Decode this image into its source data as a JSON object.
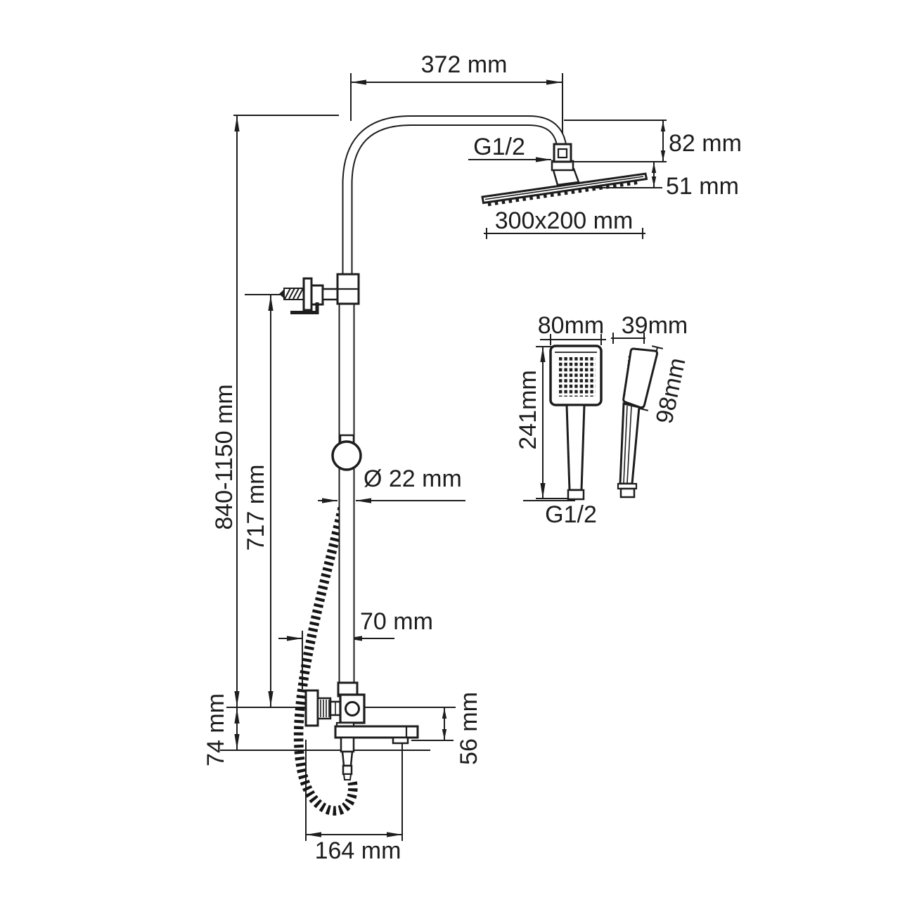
{
  "diagram": {
    "dimensions": {
      "arm_reach": "372 mm",
      "arm_to_head_drop": "82 mm",
      "head_joint_height": "51 mm",
      "overhead_size": "300x200 mm",
      "overhead_thread": "G1/2",
      "total_height": "840-1150 mm",
      "riser_height": "717 mm",
      "pipe_diameter": "Ø 22 mm",
      "holder_offset": "70 mm",
      "mixer_offset": "74 mm",
      "spout_drop": "56 mm",
      "spout_reach": "164 mm",
      "handshower_width": "80mm",
      "handshower_depth": "39mm",
      "handshower_length": "241mm",
      "handshower_head": "98mm",
      "handshower_thread": "G1/2"
    }
  }
}
